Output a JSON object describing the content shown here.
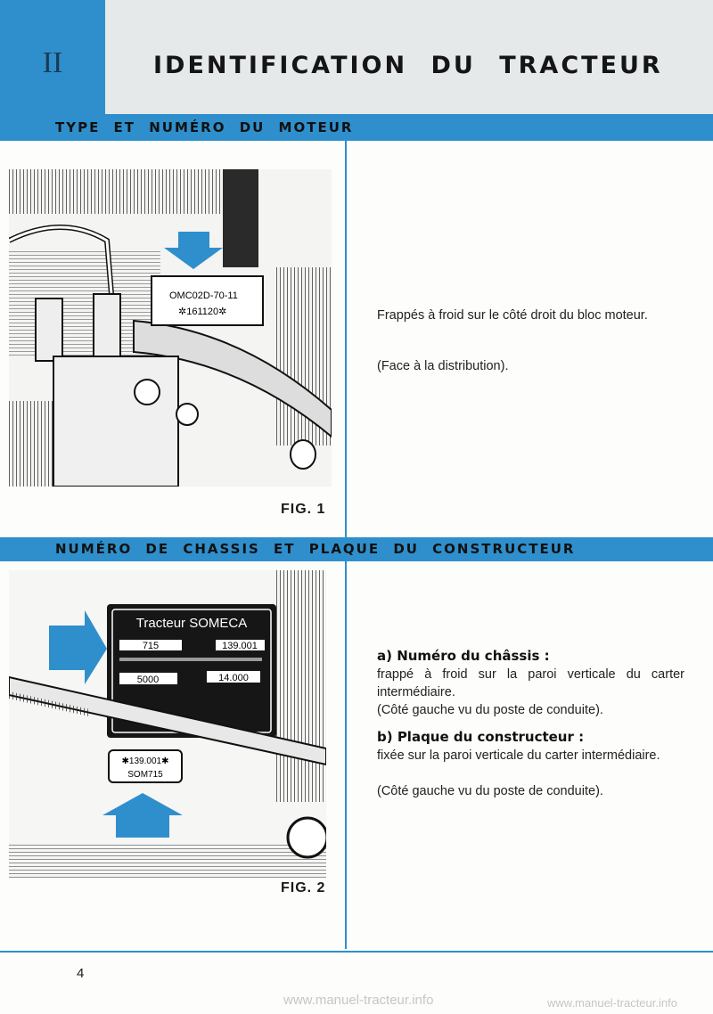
{
  "header": {
    "chapter": "II",
    "title": "IDENTIFICATION DU TRACTEUR"
  },
  "section1": {
    "heading": "TYPE ET NUMÉRO DU MOTEUR",
    "figure_label": "FIG. 1",
    "engine_plate": {
      "line1": "OMC02D-70-11",
      "line2": "✲161120✲"
    },
    "text1": "Frappés à froid sur le côté droit du bloc moteur.",
    "text2": "(Face à la distribution)."
  },
  "section2": {
    "heading": "NUMÉRO DE CHASSIS ET PLAQUE DU CONSTRUCTEUR",
    "figure_label": "FIG. 2",
    "plate": {
      "brand": "Tracteur SOMECA",
      "type": "715",
      "serial": "139.001",
      "weight1": "5000",
      "weight2": "14.000"
    },
    "chassis_stamp": {
      "line1": "✱139.001✱",
      "line2": "SOM715"
    },
    "a_title": "a) Numéro du châssis :",
    "a_text": "frappé à froid sur la paroi verticale du carter intermédiaire.",
    "a_note": "(Côté gauche vu du poste de conduite).",
    "b_title": "b) Plaque du constructeur :",
    "b_text": "fixée sur la paroi verticale du carter intermédiaire.",
    "b_note": "(Côté gauche vu du poste de conduite)."
  },
  "footer": {
    "page_number": "4",
    "watermark": "www.manuel-tracteur.info"
  },
  "colors": {
    "accent": "#2f8fcc"
  }
}
